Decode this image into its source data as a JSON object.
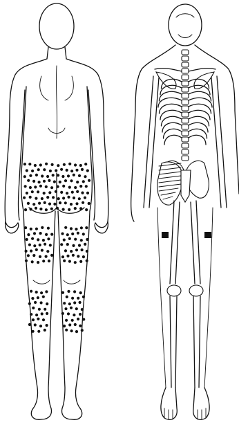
{
  "figure": {
    "views": [
      "back-view-skin-with-dotted-regions",
      "back-view-skeleton"
    ],
    "colors": {
      "line": "#111111",
      "background": "#ffffff",
      "dot": "#111111"
    },
    "regions": [
      {
        "name": "buttocks-area",
        "fill": "dots"
      },
      {
        "name": "posterior-thigh-band",
        "fill": "dots"
      },
      {
        "name": "calf-band",
        "fill": "dots"
      },
      {
        "name": "sacral-segment",
        "fill": "hatched"
      },
      {
        "name": "thigh-markers",
        "fill": "solid"
      }
    ]
  }
}
